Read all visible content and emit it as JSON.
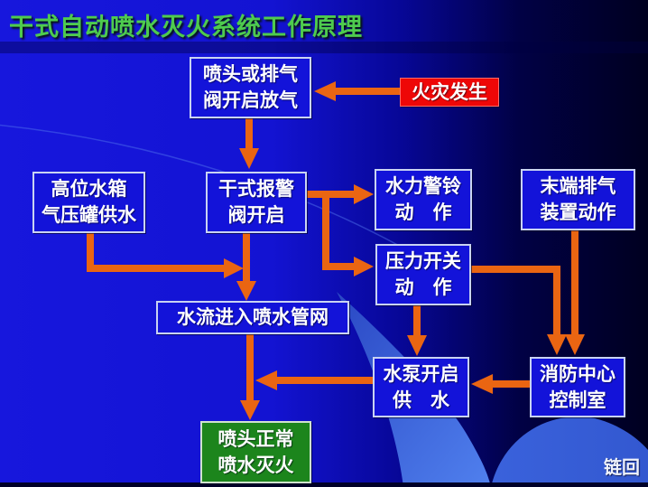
{
  "title": "干式自动喷水灭火系统工作原理",
  "link_back": "链回",
  "colors": {
    "accent_arrow_orange": "#ea6512",
    "node_blue": "#1313d9",
    "node_border": "#c9d3f2",
    "alert_red": "#ee0707",
    "success_green": "#1c851c",
    "title_green": "#4ecb4e",
    "bg_bright_blue": "#1717dd",
    "bg_dark_navy": "#000020",
    "swoosh_light_blue": "#5080ee"
  },
  "boxes": {
    "sprinkler_open": {
      "line1": "喷头或排气",
      "line2": "阀开启放气"
    },
    "fire": {
      "line1": "火灾发生"
    },
    "tank": {
      "line1": "高位水箱",
      "line2": "气压罐供水"
    },
    "dry_valve": {
      "line1": "干式报警",
      "line2": "阀开启"
    },
    "bell": {
      "line1": "水力警铃",
      "line2": "动　作"
    },
    "end_vent": {
      "line1": "末端排气",
      "line2": "装置动作"
    },
    "pressure": {
      "line1": "压力开关",
      "line2": "动　作"
    },
    "waterflow": {
      "line1": "水流进入喷水管网"
    },
    "pump": {
      "line1": "水泵开启",
      "line2": "供　水"
    },
    "fire_center": {
      "line1": "消防中心",
      "line2": "控制室"
    },
    "sprinkler_normal": {
      "line1": "喷头正常",
      "line2": "喷水灭火"
    }
  }
}
